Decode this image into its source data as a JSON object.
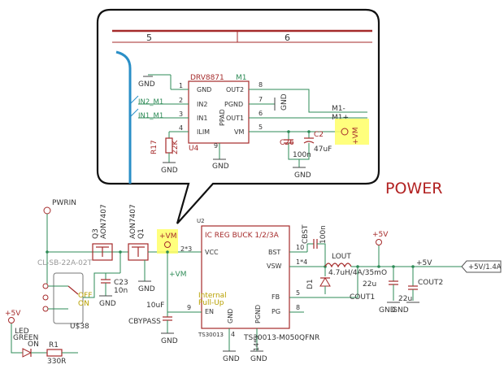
{
  "zoom_box": {
    "frame_col_5": "5",
    "frame_col_6": "6",
    "chip_name": "DRV8871",
    "chip_ref": "U4",
    "motor_ref": "M1",
    "pins": {
      "p1": "1",
      "p2": "2",
      "p3": "3",
      "p4": "4",
      "p5": "5",
      "p6": "6",
      "p7": "7",
      "p8": "8",
      "p9": "9",
      "gnd": "GND",
      "in2": "IN2",
      "in1": "IN1",
      "ilim": "ILIM",
      "out2": "OUT2",
      "pgnd": "PGND",
      "out1": "OUT1",
      "vm": "VM",
      "ppad": "PPAD"
    },
    "nets": {
      "in2": "IN2_M1",
      "in1": "IN1_M1",
      "m1_minus": "M1-",
      "m1_plus": "M1+",
      "gnd": "GND",
      "vm": "+VM"
    },
    "r17_ref": "R17",
    "r17_val": "22K",
    "c2_ref": "C2",
    "c2_val": "47uF",
    "c26_ref": "C26",
    "c26_val": "100n"
  },
  "section_title": "POWER",
  "power": {
    "pwrin": "PWRIN",
    "q3_ref": "Q3",
    "q3_part": "AON7407",
    "q1_ref": "Q1",
    "q1_part": "AON7407",
    "vm_net": "+VM",
    "switch_part": "CL-SB-22A-02T",
    "switch_ref": "U$38",
    "off": "OFF",
    "on": "ON",
    "c23_ref": "C23",
    "c23_val": "10n",
    "gnd": "GND",
    "v5": "+5V",
    "led_ref": "LED",
    "led_color": "GREEN",
    "led_on": "ON",
    "r1_ref": "R1",
    "r1_val": "330R",
    "cbypass_val": "10uF",
    "cbypass_ref": "CBYPASS",
    "reg_ref": "U2",
    "reg_title": "IC REG BUCK 1/2/3A",
    "reg_pins": {
      "vcc": "VCC",
      "en": "EN",
      "gnd": "GND",
      "pgnd": "PGND",
      "bst": "BST",
      "vsw": "VSW",
      "fb": "FB",
      "pg": "PG",
      "p2x3": "2*3",
      "p9": "9",
      "p4": "4",
      "p14x3": "14*3",
      "p10": "10",
      "p1x4": "1*4",
      "p5": "5",
      "p8": "8"
    },
    "internal_1": "Internal",
    "internal_2": "Pull-Up",
    "reg_label_small": "TS30013",
    "reg_part": "TS30013-M050QFNR",
    "cbst_ref": "CBST",
    "cbst_val": "100n",
    "lout_ref": "LOUT",
    "lout_val": "4.7uH/4A/35mO",
    "d1_ref": "D1",
    "cout1": "COUT1",
    "cout2": "COUT2",
    "c22u_1": "22u",
    "c22u_2": "22u",
    "out_flag": "+5V/1.4A"
  },
  "colors": {
    "wire": "#2e8b57",
    "symbol": "#a52a2a",
    "highlight": "#ffff66",
    "title": "#b22222"
  }
}
